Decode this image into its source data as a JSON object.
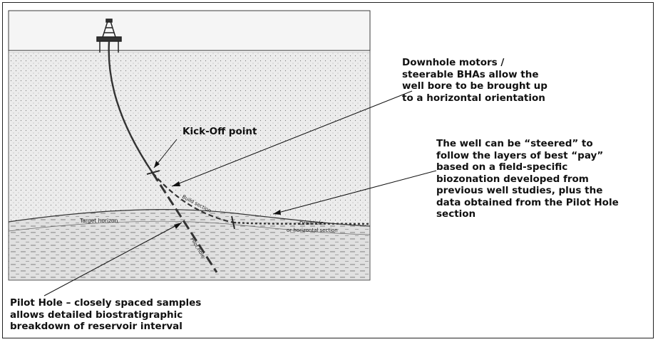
{
  "annotations": {
    "motors": [
      "Downhole motors /",
      "steerable BHAs allow the",
      "well bore to be brought up",
      "to a horizontal orientation"
    ],
    "kickoff": "Kick-Off point",
    "steer": [
      "The well can be “steered” to",
      "follow the layers of best “pay”",
      "based on a field-specific",
      "biozonation developed from",
      "previous well studies, plus the",
      "data obtained from the Pilot Hole",
      "section"
    ],
    "pilot": [
      "Pilot Hole – closely spaced samples",
      "allows detailed biostratigraphic",
      "breakdown of reservoir interval"
    ]
  },
  "figure_labels": {
    "target_horizon": "Target horizon",
    "build_section": "Build section",
    "drainhole": "Drainhole",
    "horizontal_section": "or horizontal section",
    "pilot_hole": "Pilot hole"
  },
  "colors": {
    "sea": "#f4f4f4",
    "sediment": "#e9e9e9",
    "reservoir": "#dcdcdc",
    "lines": "#222222"
  }
}
